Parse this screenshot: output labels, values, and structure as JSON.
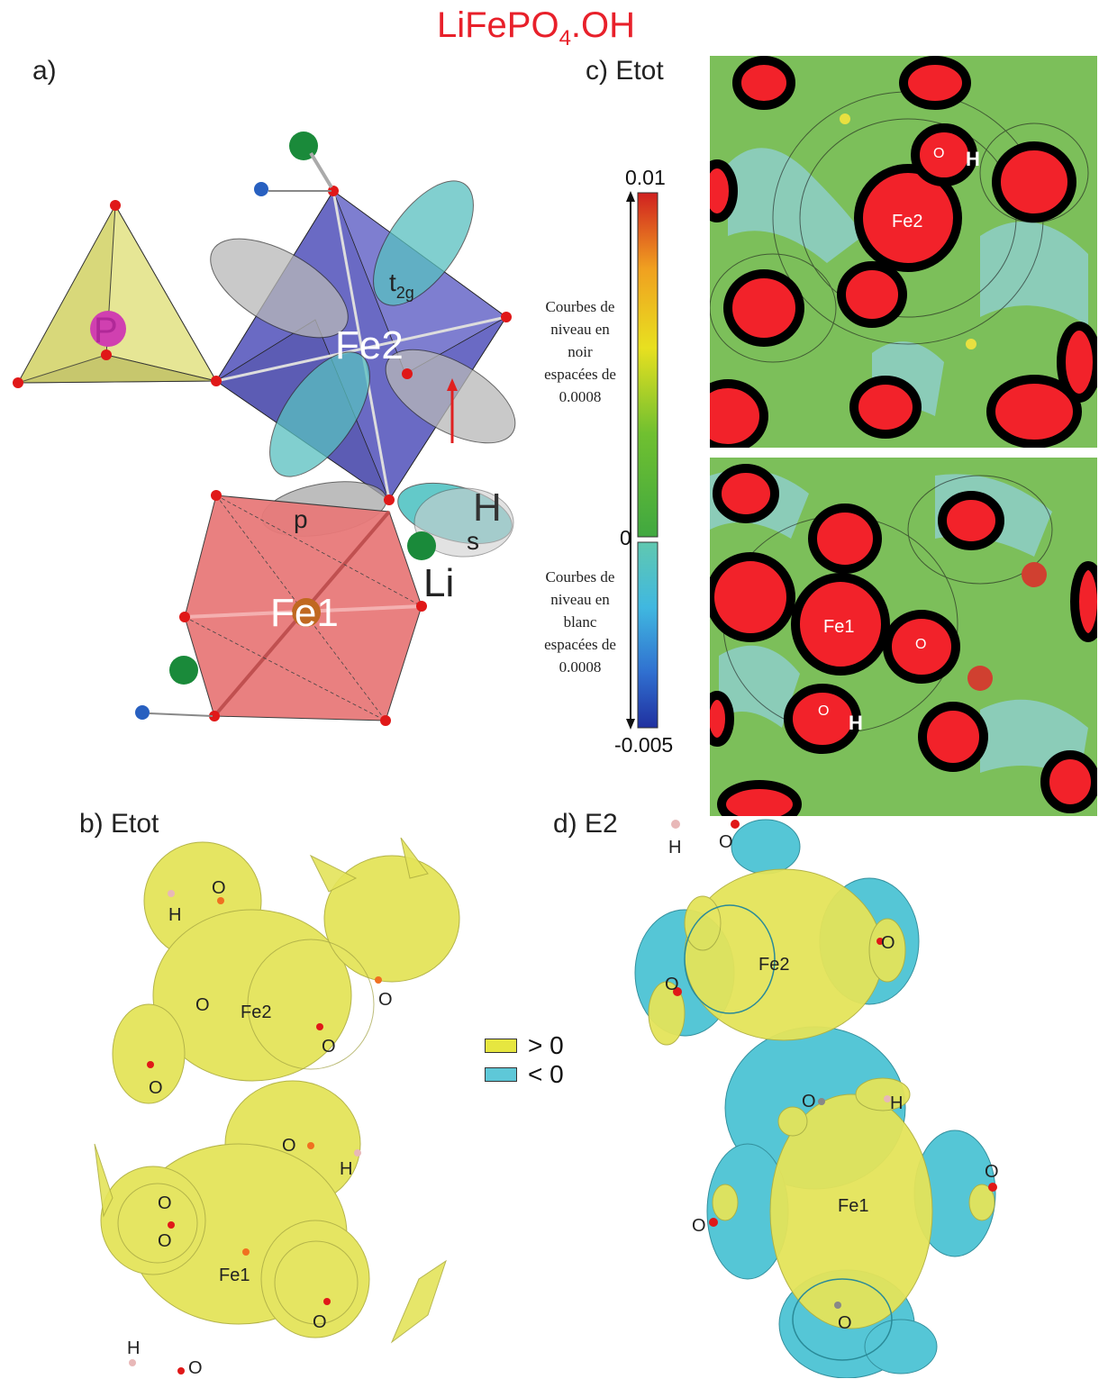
{
  "title": {
    "main": "LiFePO",
    "sub": "4",
    "suffix": ".OH"
  },
  "panel_a": {
    "label": "a)",
    "atoms": {
      "p": "P",
      "fe2": "Fe2",
      "fe1": "Fe1",
      "li": "Li",
      "h": "H"
    },
    "orbitals": {
      "t2g_main": "t",
      "t2g_sub": "2g",
      "p": "p",
      "s": "s"
    }
  },
  "panel_c": {
    "label": "c) Etot",
    "colorbar": {
      "max": "0.01",
      "zero": "0",
      "min": "-0.005",
      "upper_note": [
        "Courbes de",
        "niveau en",
        "noir",
        "espacées de",
        "0.0008"
      ],
      "lower_note": [
        "Courbes de",
        "niveau en",
        "blanc",
        "espacées de",
        "0.0008"
      ]
    },
    "top_map": {
      "o": "O",
      "h": "H",
      "fe": "Fe2"
    },
    "bottom_map": {
      "fe": "Fe1",
      "o1": "O",
      "o2": "O",
      "h": "H"
    }
  },
  "panel_b": {
    "label": "b) Etot",
    "atoms": {
      "h_top": "H",
      "o_top": "O",
      "o_left_fe2": "O",
      "fe2": "Fe2",
      "o_right1": "O",
      "o_right2": "O",
      "o_left": "O",
      "o_mid": "O",
      "h_mid": "H",
      "o_l1": "O",
      "o_l2": "O",
      "fe1": "Fe1",
      "o_br": "O",
      "h_bot": "H",
      "o_bot": "O"
    }
  },
  "panel_d": {
    "label": "d) E2",
    "atoms": {
      "h_top": "H",
      "o_top": "O",
      "o_r": "O",
      "fe2": "Fe2",
      "o_l": "O",
      "o_mid": "O",
      "h_mid": "H",
      "fe1": "Fe1",
      "o_left": "O",
      "o_right": "O",
      "o_bot": "O"
    }
  },
  "legend": {
    "positive": "> 0",
    "negative": "< 0",
    "positive_color": "#e6e640",
    "negative_color": "#5ec8d8"
  },
  "colors": {
    "title": "#e8202a",
    "map_background": "#7cbf5a",
    "map_blob": "#f2222a",
    "isosurface_yellow": "#e8e85a",
    "isosurface_cyan": "#4cc4d4",
    "octahedron_blue": "#6a6ac4",
    "octahedron_red": "#e87a7a",
    "tetrahedron_yellow": "#dcdc7a"
  }
}
